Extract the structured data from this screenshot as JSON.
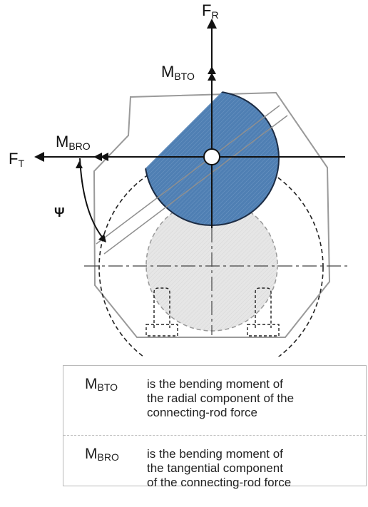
{
  "diagram": {
    "labels": {
      "fr_main": "F",
      "fr_sub": "R",
      "ft_main": "F",
      "ft_sub": "T",
      "mbto_main": "M",
      "mbto_sub": "BTO",
      "mbro_main": "M",
      "mbro_sub": "BRO",
      "psi": "Ψ"
    },
    "colors": {
      "crankpin_blue": "#4f7fb3",
      "outline_gray": "#8c8c8c",
      "web_fill_gray": "#e3e3e3",
      "line_black": "#111111"
    }
  },
  "legend": {
    "rows": [
      {
        "symbol_main": "M",
        "symbol_sub": "BTO",
        "lines": [
          "is the bending moment of",
          "the radial component of the",
          "connecting-rod force"
        ]
      },
      {
        "symbol_main": "M",
        "symbol_sub": "BRO",
        "lines": [
          "is the bending moment of",
          "the tangential component",
          "of the connecting-rod force"
        ]
      }
    ]
  }
}
